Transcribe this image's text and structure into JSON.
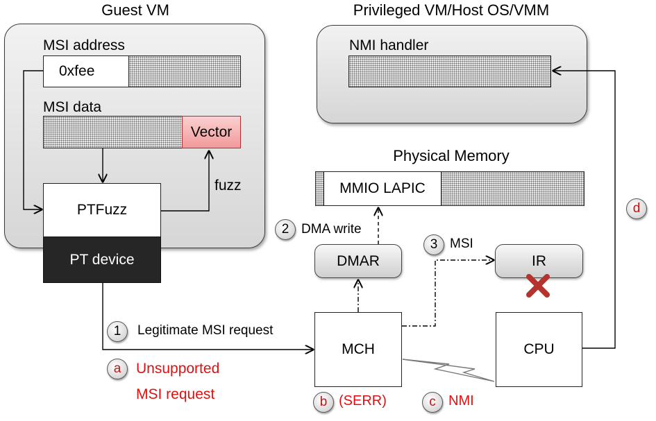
{
  "guest_vm": {
    "title": "Guest VM",
    "msi_address_label": "MSI address",
    "msi_address_value": "0xfee",
    "msi_data_label": "MSI data",
    "vector_label": "Vector",
    "ptfuzz_label": "PTFuzz",
    "pt_device_label": "PT device",
    "fuzz_label": "fuzz"
  },
  "host": {
    "title": "Privileged VM/Host OS/VMM",
    "nmi_handler_label": "NMI handler"
  },
  "memory": {
    "title": "Physical Memory",
    "mmio_lapic_label": "MMIO LAPIC"
  },
  "components": {
    "dmar": "DMAR",
    "ir": "IR",
    "mch": "MCH",
    "cpu": "CPU"
  },
  "steps": {
    "step1_marker": "1",
    "step1_label": "Legitimate MSI request",
    "step2_marker": "2",
    "step2_label": "DMA write",
    "step3_marker": "3",
    "step3_label": "MSI",
    "stepa_marker": "a",
    "stepa_label_line1": "Unsupported",
    "stepa_label_line2": "MSI request",
    "stepb_marker": "b",
    "stepb_label": "(SERR)",
    "stepc_marker": "c",
    "stepc_label": "NMI",
    "stepd_marker": "d"
  },
  "colors": {
    "alert_red": "#e01010",
    "vector_fill": "#f5b8b8",
    "pt_device_fill": "#262626",
    "cross_red": "#b5332e"
  }
}
